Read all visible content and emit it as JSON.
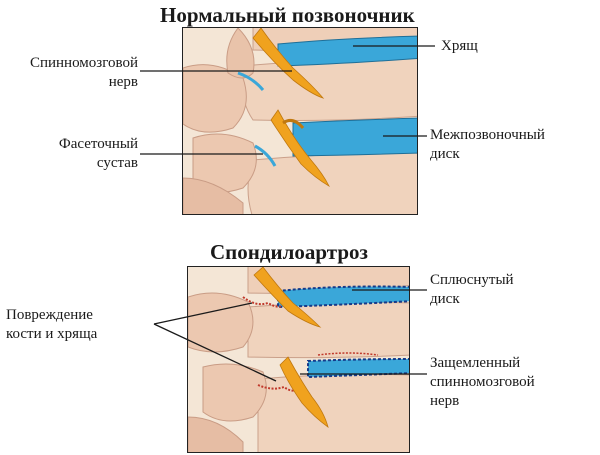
{
  "top": {
    "title": "Нормальный позвоночник",
    "labels": {
      "spinal_nerve": [
        "Спинномозговой",
        "нерв"
      ],
      "cartilage": "Хрящ",
      "facet_joint": [
        "Фасеточный",
        "сустав"
      ],
      "disc": [
        "Межпозвоночный",
        "диск"
      ]
    }
  },
  "bottom": {
    "title": "Спондилоартроз",
    "labels": {
      "damage": [
        "Повреждение",
        "кости и хряща"
      ],
      "flattened_disc": [
        "Сплюснутый",
        "диск"
      ],
      "pinched_nerve": [
        "Защемленный",
        "спинномозговой",
        "нерв"
      ]
    }
  },
  "colors": {
    "disc": "#3aa7d9",
    "nerve": "#f0a21e",
    "bone": "#efd2bc",
    "bone_shadow": "#d9a98f",
    "frame": "#222222"
  }
}
